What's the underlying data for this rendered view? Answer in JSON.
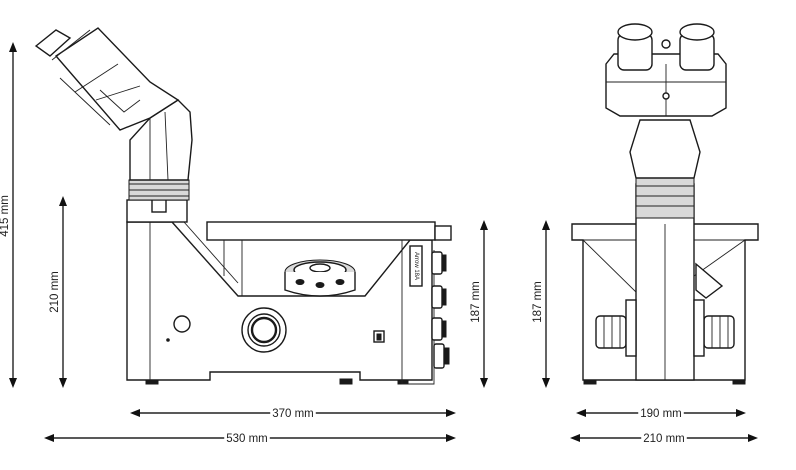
{
  "dimensions": {
    "side_height_total": "415 mm",
    "side_height_stage": "210 mm",
    "side_height_body": "187 mm",
    "front_height_body": "187 mm",
    "side_width_body": "370 mm",
    "side_width_total": "530 mm",
    "front_width_body": "190 mm",
    "front_width_total": "210 mm"
  },
  "stage_label": "Arrow 18A",
  "colors": {
    "line": "#1a1a1a",
    "shade": "#d9d9d9",
    "background": "#ffffff"
  }
}
